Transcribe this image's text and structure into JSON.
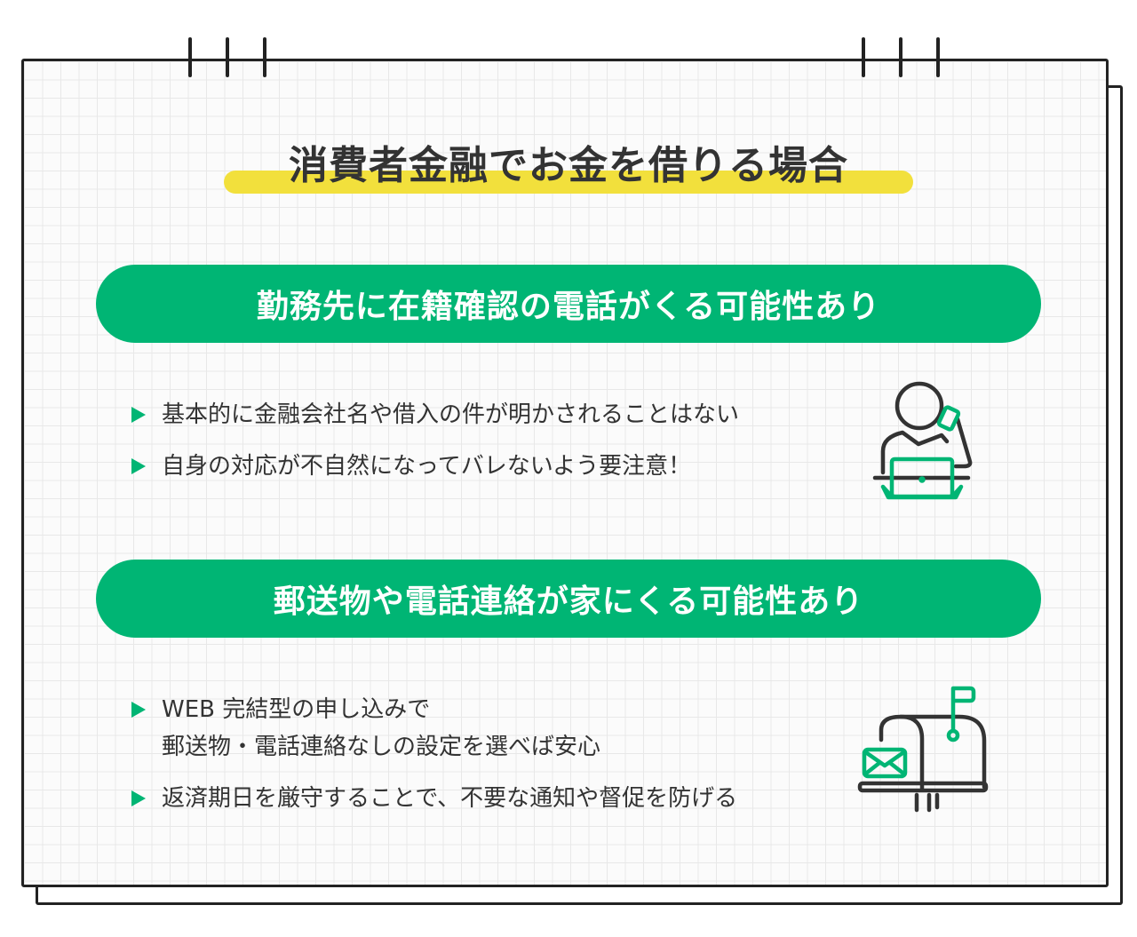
{
  "title": "消費者金融でお金を借りる場合",
  "sections": [
    {
      "heading": "勤務先に在籍確認の電話がくる可能性あり",
      "bullets": [
        "基本的に金融会社名や借入の件が明かされることはない",
        "自身の対応が不自然になってバレないよう要注意！"
      ],
      "icon": "person-phone-laptop-icon"
    },
    {
      "heading": "郵送物や電話連絡が家にくる可能性あり",
      "bullets": [
        "WEB 完結型の申し込みで",
        "郵送物・電話連絡なしの設定を選べば安心",
        "返済期日を厳守することで、不要な通知や督促を防げる"
      ],
      "icon": "mailbox-icon"
    }
  ],
  "colors": {
    "accent": "#00b574",
    "highlight": "#f2e03c",
    "text": "#333333"
  }
}
